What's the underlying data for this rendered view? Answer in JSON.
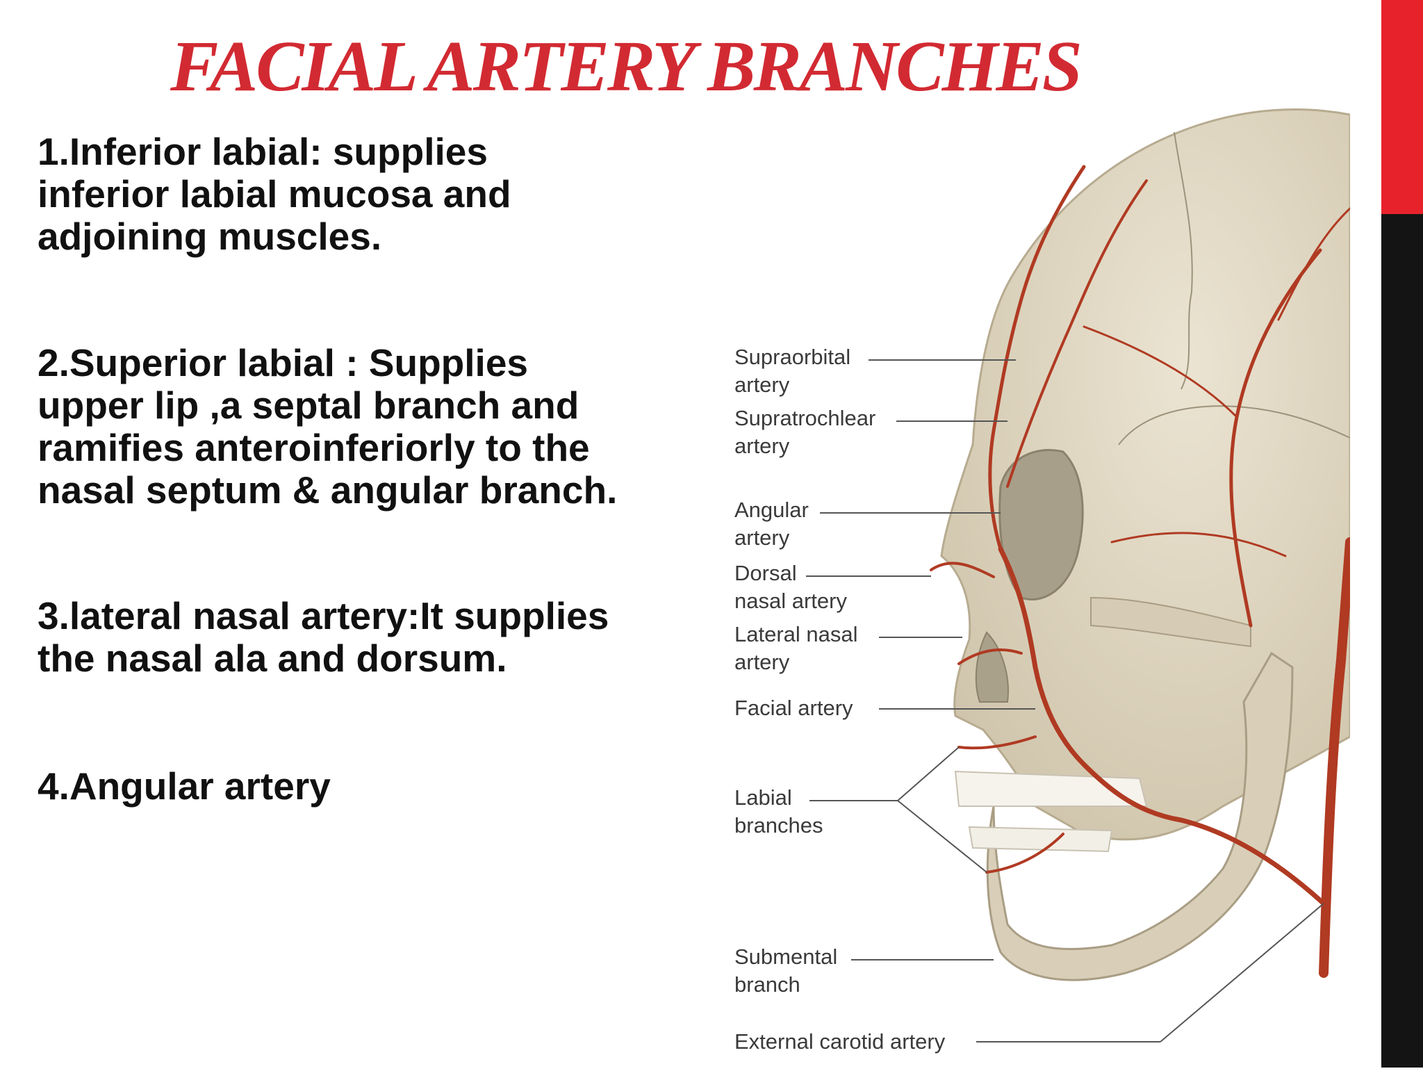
{
  "slide": {
    "title": "FACIAL ARTERY BRANCHES",
    "paragraphs": [
      "        1.Inferior labial: supplies\ninferior labial mucosa and\nadjoining muscles.",
      "   2.Superior labial : Supplies\nupper lip ,a septal branch and\nramifies anteroinferiorly to the\nnasal septum & angular branch.",
      "3.lateral nasal artery:It supplies\nthe nasal ala and dorsum.",
      "4.Angular artery"
    ]
  },
  "figure": {
    "labels": {
      "supraorbital": "Supraorbital\nartery",
      "supratrochlear": "Supratrochlear\nartery",
      "angular": "Angular\nartery",
      "dorsal_nasal": "Dorsal\nnasal artery",
      "lateral_nasal": "Lateral nasal\nartery",
      "facial": "Facial artery",
      "labial": "Labial\nbranches",
      "submental": "Submental\nbranch",
      "external_carotid": "External carotid artery"
    }
  },
  "colors": {
    "title": "#d22a32",
    "body_text": "#111111",
    "accent_bar": "#e8222b",
    "side_bar": "#141414",
    "bone": "#ddd5c2",
    "artery": "#b03a22",
    "label_text": "#3a3a3a"
  }
}
